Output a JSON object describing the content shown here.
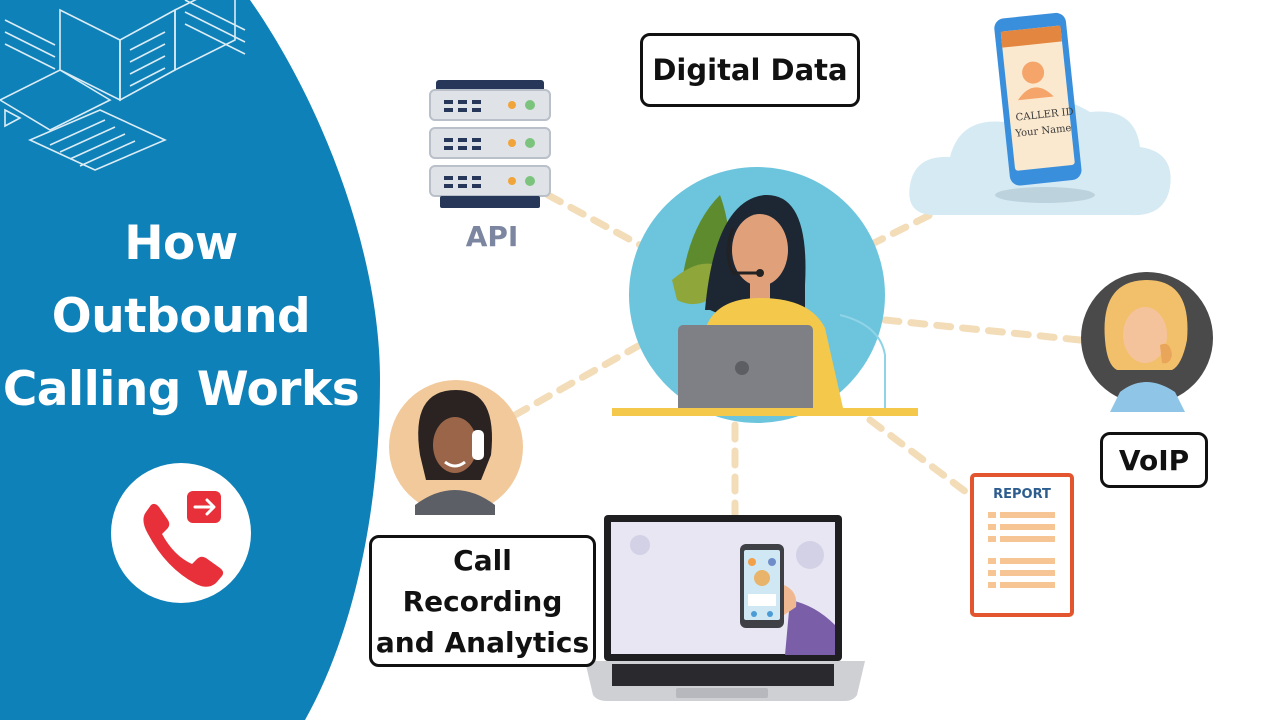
{
  "title": {
    "line1": "How",
    "line2": "Outbound",
    "line3": "Calling Works"
  },
  "labels": {
    "digital_data": "Digital Data",
    "api": "API",
    "voip": "VoIP",
    "call_recording_line1": "Call",
    "call_recording_line2": "Recording",
    "call_recording_line3": "and Analytics",
    "report": "REPORT",
    "caller_id_line1": "CALLER ID",
    "caller_id_line2": "Your Name"
  },
  "colors": {
    "brand_blue": "#0e81b9",
    "call_icon_red": "#e8303a",
    "agent_circle": "#6cc5dd",
    "connector": "#f3dcb8",
    "report_border": "#e2552e"
  },
  "icons": [
    "outbound-call-icon",
    "server-icon",
    "cloud-phone-icon",
    "agent-headset-icon",
    "customer-avatar-icon",
    "report-icon",
    "laptop-icon",
    "smartphone-icon"
  ]
}
